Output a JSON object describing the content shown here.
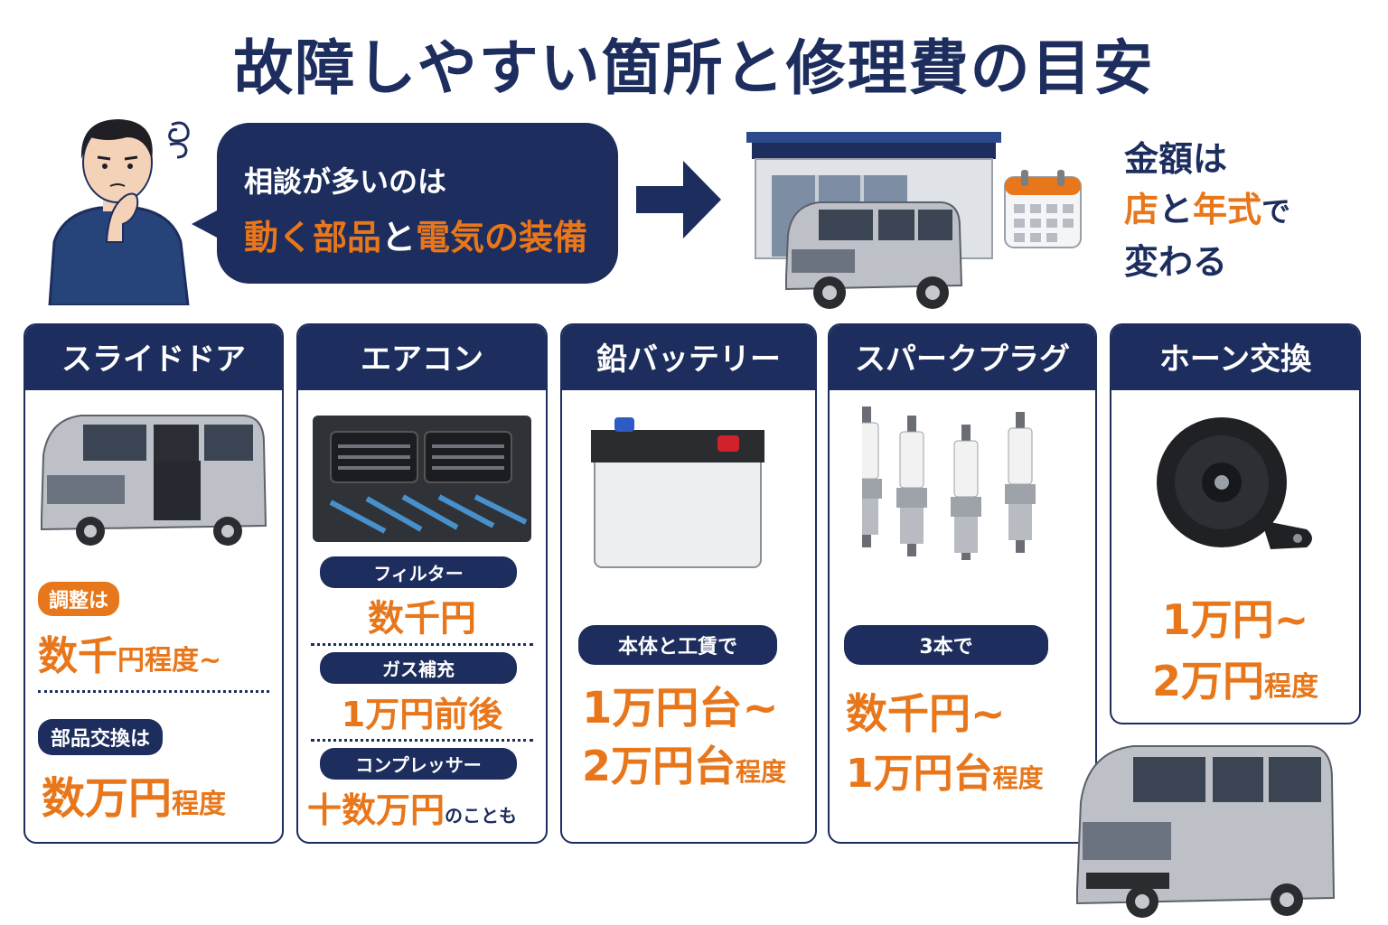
{
  "title": "故障しやすい箇所と修理費の目安",
  "bubble": {
    "line1": "相談が多いのは",
    "line2_a": "動く部品",
    "line2_b": "と",
    "line2_c": "電気の装備"
  },
  "note": {
    "line1": "金額は",
    "line2_a": "店",
    "line2_b": "と",
    "line2_c": "年式",
    "line2_d": "で",
    "line3": "変わる"
  },
  "cards": [
    {
      "title": "スライドドア",
      "label1": "調整は",
      "price1": "数千",
      "price1_small": "円程度~",
      "label2": "部品交換は",
      "price2": "数万円",
      "price2_small": "程度"
    },
    {
      "title": "エアコン",
      "label1": "フィルター",
      "price1": "数千円",
      "label2": "ガス補充",
      "price2": "1万円前後",
      "label3": "コンプレッサー",
      "price3": "十数万円",
      "price3_small": "のことも"
    },
    {
      "title": "鉛バッテリー",
      "label1": "本体と工賃で",
      "price1_line1": "1万円台~",
      "price1_line2": "2万円台",
      "price1_small": "程度"
    },
    {
      "title": "スパークプラグ",
      "label1": "3本で",
      "price1_line1": "数千円~",
      "price1_line2": "1万円台",
      "price1_small": "程度"
    },
    {
      "title": "ホーン交換",
      "price1_line1": "1万円~",
      "price1_line2": "2万円",
      "price1_small": "程度"
    }
  ],
  "colors": {
    "navy": "#1c2d5e",
    "orange": "#e8761a",
    "silver": "#b9bcc2"
  }
}
